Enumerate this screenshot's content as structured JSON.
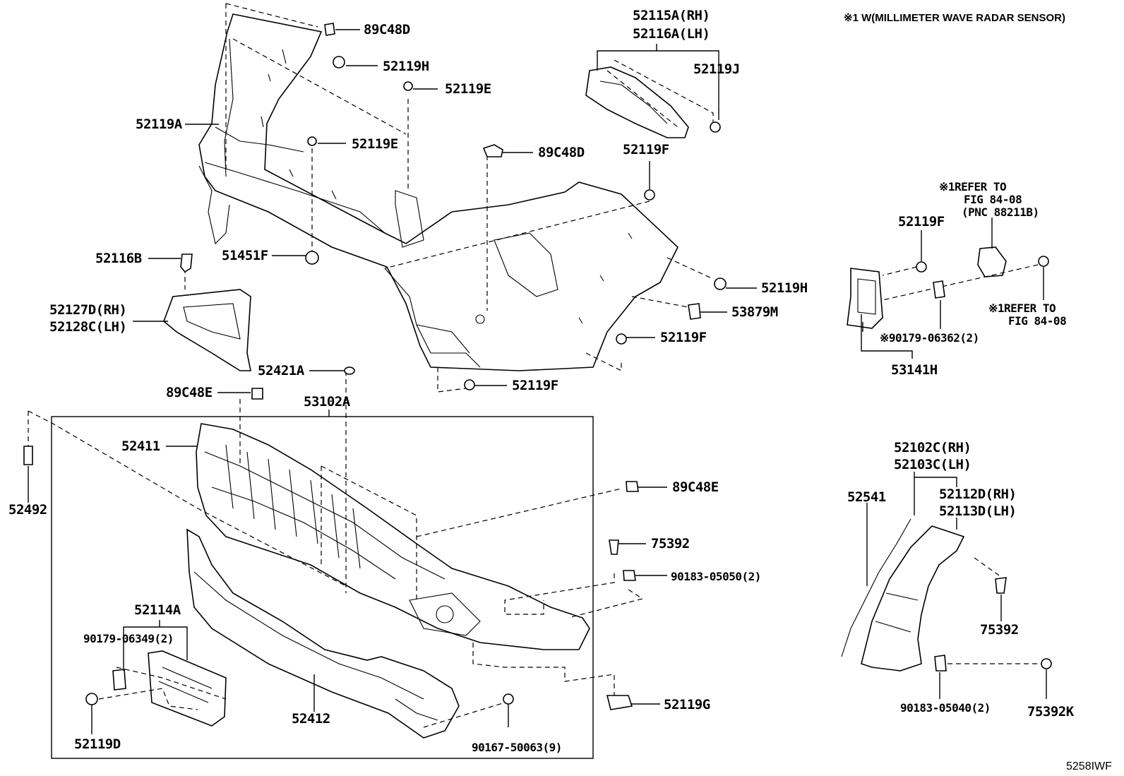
{
  "note": "※1 W(MILLIMETER WAVE RADAR SENSOR)",
  "figure_code": "5258IWF",
  "labels": {
    "l_89c48d_top": "89C48D",
    "l_52119h_top": "52119H",
    "l_52119e_1": "52119E",
    "l_52119a": "52119A",
    "l_52119e_2": "52119E",
    "l_89c48d_mid": "89C48D",
    "l_52115a": "52115A(RH)",
    "l_52116a": "52116A(LH)",
    "l_52119j": "52119J",
    "l_52119f_1": "52119F",
    "l_52116b": "52116B",
    "l_51451f": "51451F",
    "l_52127d": "52127D(RH)",
    "l_52128c": "52128C(LH)",
    "l_52119h_mid": "52119H",
    "l_53879m": "53879M",
    "l_52119f_2": "52119F",
    "l_52421a": "52421A",
    "l_52119f_3": "52119F",
    "l_89c48e_1": "89C48E",
    "l_53102a": "53102A",
    "l_52411": "52411",
    "l_52492": "52492",
    "l_89c48e_2": "89C48E",
    "l_75392_1": "75392",
    "l_90183_05050": "90183-05050(2)",
    "l_52114a": "52114A",
    "l_90179_06349": "90179-06349(2)",
    "l_52119d": "52119D",
    "l_52412": "52412",
    "l_90167_50063": "90167-50063(9)",
    "l_52119g": "52119G",
    "l_refer1_a": "※1REFER TO",
    "l_refer1_b": "FIG 84-08",
    "l_refer1_c": "(PNC 88211B)",
    "l_52119f_4": "52119F",
    "l_refer2_a": "※1REFER TO",
    "l_refer2_b": "FIG 84-08",
    "l_90179_06362": "※90179-06362(2)",
    "l_53141h": "53141H",
    "l_52102c": "52102C(RH)",
    "l_52103c": "52103C(LH)",
    "l_52541": "52541",
    "l_52112d": "52112D(RH)",
    "l_52113d": "52113D(LH)",
    "l_75392_2": "75392",
    "l_90183_05040": "90183-05040(2)",
    "l_75392k": "75392K"
  }
}
